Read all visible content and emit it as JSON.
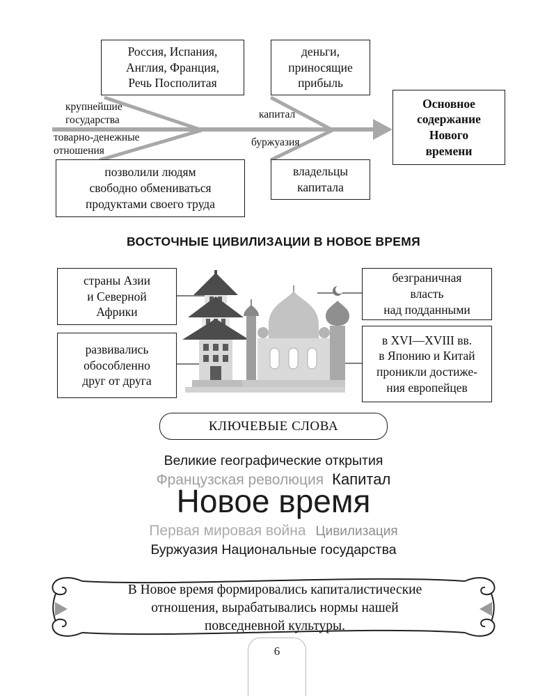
{
  "colors": {
    "arrow_gray": "#a8a8a8",
    "text": "#111111",
    "muted_word_1": "#9e9e9e",
    "muted_word_2": "#ababab",
    "muted_word_3": "#8d8d8d"
  },
  "fishbone": {
    "box_top_left": "Россия, Испания,\nАнглия, Франция,\nРечь Посполитая",
    "box_top_right": "деньги,\nприносящие\nприбыль",
    "box_bottom_left": "позволили людям\nсвободно обмениваться\nпродуктами своего труда",
    "box_bottom_mid": "владельцы\nкапитала",
    "box_result": "Основное\nсодержание\nНового\nвремени",
    "label_top_left": "крупнейшие\nгосударства",
    "label_bottom_left": "товарно-денежные\nотношения",
    "label_top_mid": "капитал",
    "label_bottom_mid": "буржуазия"
  },
  "east": {
    "title": "ВОСТОЧНЫЕ ЦИВИЛИЗАЦИИ В НОВОЕ ВРЕМЯ",
    "left_boxes": [
      "страны Азии\nи Северной\nАфрики",
      "развивались\nобособленно\nдруг от друга"
    ],
    "right_boxes": [
      "безграничная\nвласть\nнад подданными",
      "в XVI—XVIII вв.\nв Японию и Китай\nпроникли достиже-\nния европейцев"
    ],
    "illustration_icon": "eastern-buildings-illustration"
  },
  "keywords": {
    "box_title": "КЛЮЧЕВЫЕ СЛОВА",
    "line1": "Великие географические открытия",
    "line2_muted": "Французская революция",
    "line2_strong": "Капитал",
    "line3": "Новое время",
    "line4_muted": "Первая мировая война",
    "line4_muted2": "Цивилизация",
    "line5": "Буржуазия Национальные государства"
  },
  "summary_scroll": {
    "text": "В Новое время формировались капиталистические\nотношения, вырабатывались нормы нашей\nповседневной культуры."
  },
  "page": {
    "number": "6"
  }
}
